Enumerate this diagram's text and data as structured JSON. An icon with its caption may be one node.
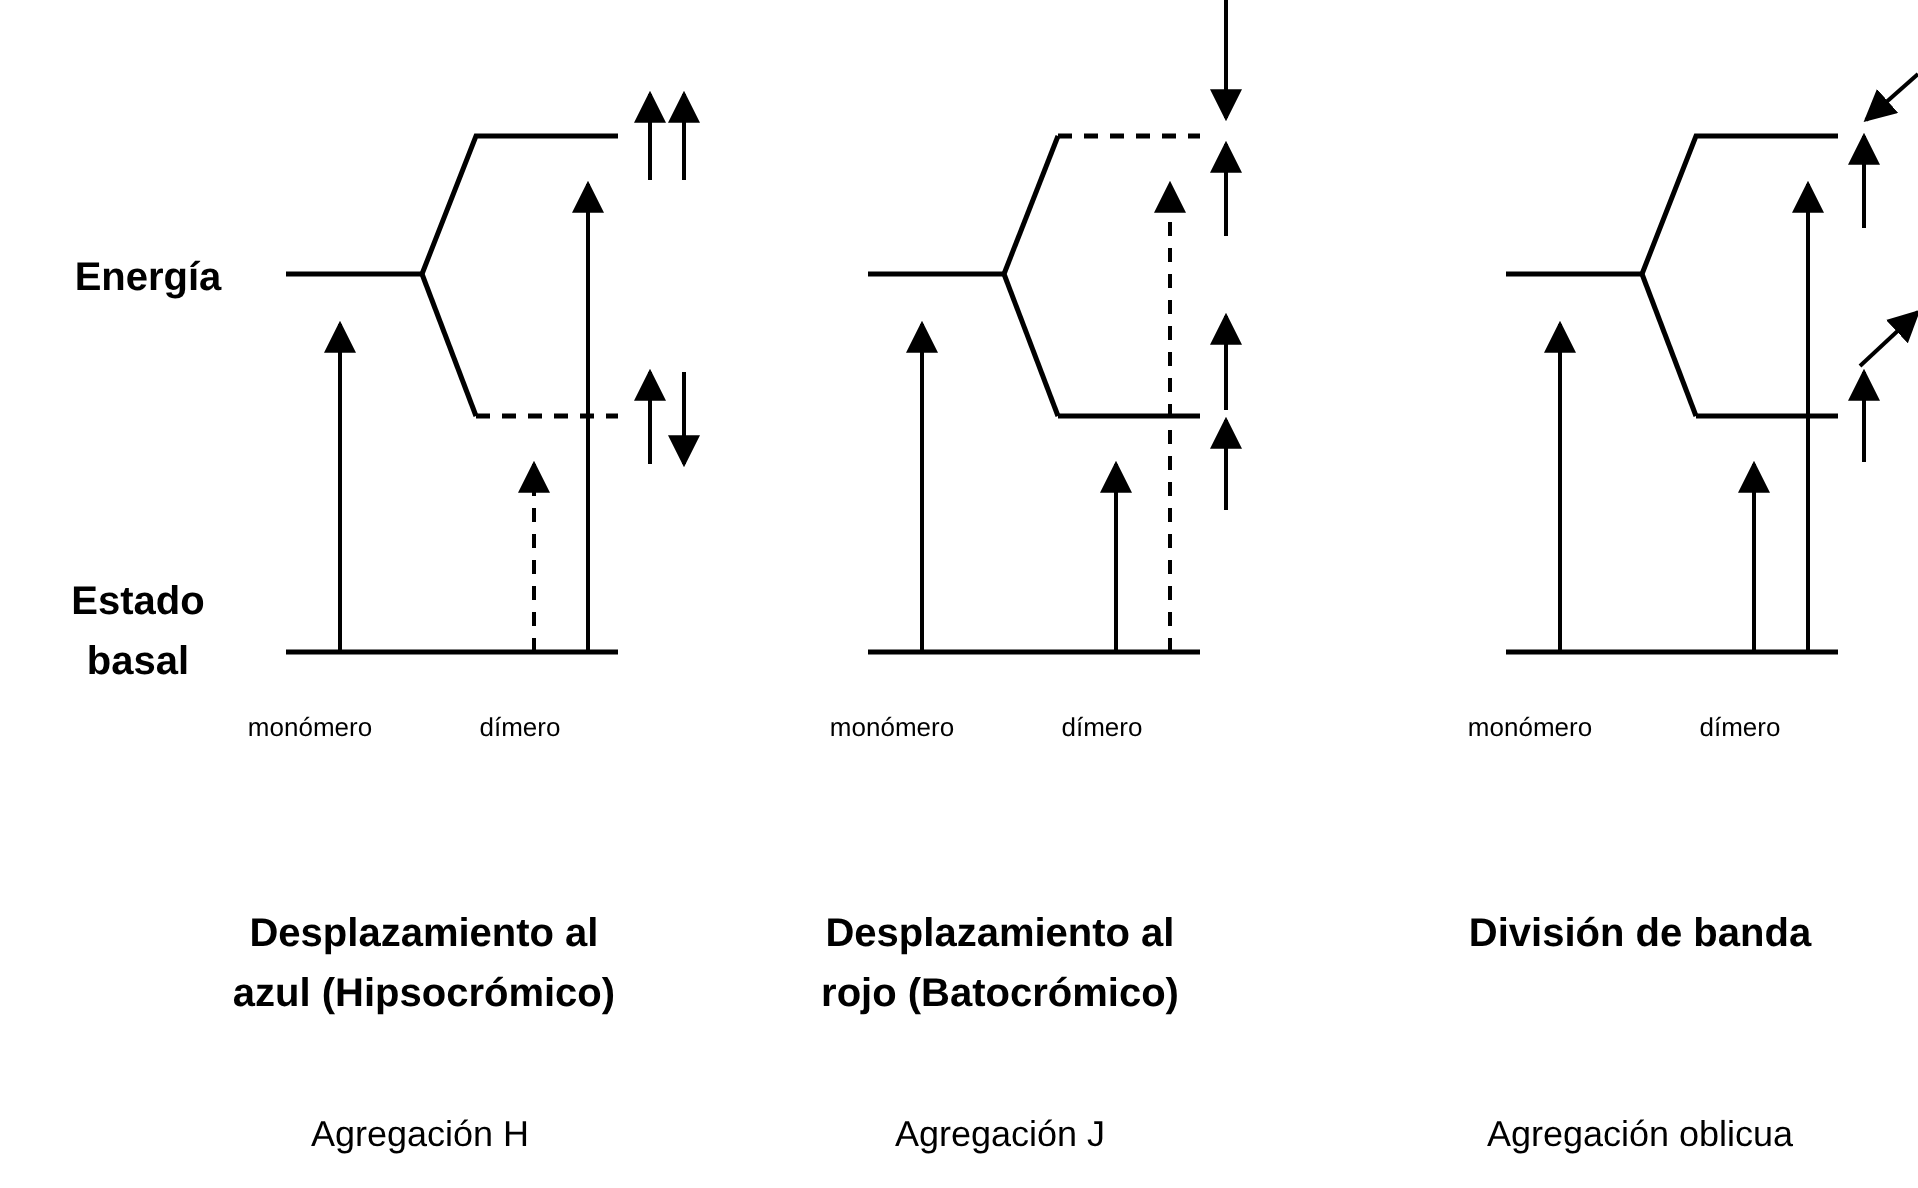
{
  "diagram": {
    "labels": [
      "Energía",
      "Estado basal",
      "monómero",
      "dímero",
      "monómero",
      "dímero",
      "monómero",
      "dímero",
      "Desplazamiento al azul (Hipsocrómico)",
      "Desplazamiento al rojo (Batocrómico)",
      "División de banda",
      "Agregación H",
      "Agregación J",
      "Agregación oblicua"
    ]
  }
}
